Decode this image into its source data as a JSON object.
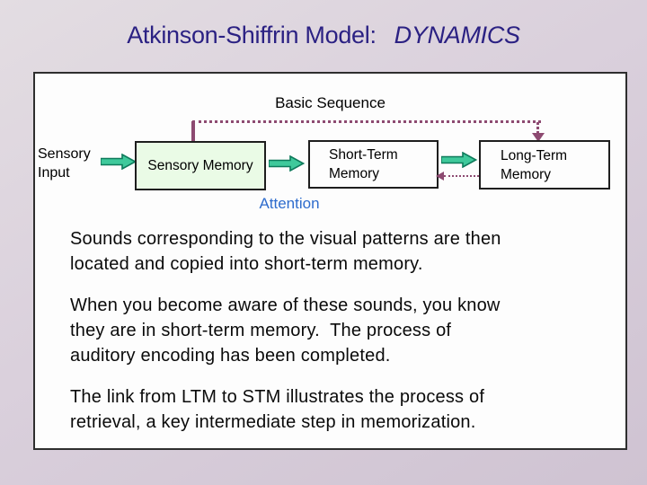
{
  "title": {
    "regular": "Atkinson-Shiffrin Model:",
    "italic": "DYNAMICS"
  },
  "diagram": {
    "heading": "Basic Sequence",
    "sensory_input": {
      "line1": "Sensory",
      "line2": "Input"
    },
    "sensory_memory": {
      "label": "Sensory Memory"
    },
    "short_term_memory": {
      "line1": "Short-Term",
      "line2": "Memory"
    },
    "long_term_memory": {
      "line1": "Long-Term",
      "line2": "Memory"
    },
    "attention": "Attention"
  },
  "body": {
    "paragraphs": [
      {
        "lines": [
          "Sounds corresponding to the visual patterns are then",
          "located and copied into short-term memory."
        ]
      },
      {
        "lines": [
          "When you become aware of these sounds, you know",
          "they are in short-term memory.  The process of",
          "auditory encoding has been completed."
        ]
      },
      {
        "lines": [
          "The link from LTM to STM illustrates the process of",
          "retrieval, a key intermediate step in memorization."
        ]
      }
    ]
  },
  "colors": {
    "title_navy": "#2b2183",
    "attention_blue": "#2e6ccd",
    "arrow_green_fill": "#3fc99b",
    "arrow_green_stroke": "#0e7a5b",
    "loop_purple": "#8d4a71",
    "sensory_box_green": "#eafbe6"
  }
}
